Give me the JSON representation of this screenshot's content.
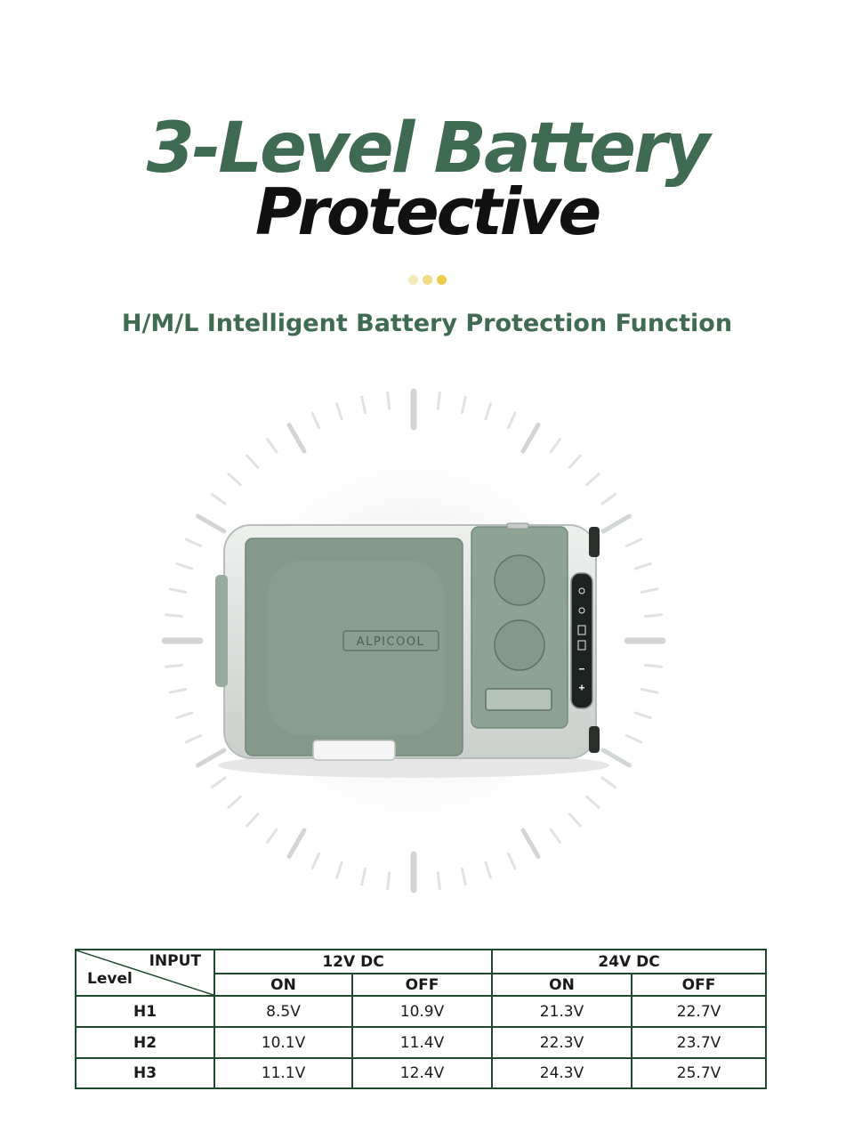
{
  "header": {
    "title_line1": "3-Level Battery",
    "title_line2": "Protective",
    "subtitle": "H/M/L Intelligent Battery Protection Function",
    "dots": [
      "#f3ebb6",
      "#f0dc85",
      "#eccc4a"
    ]
  },
  "product": {
    "brand": "ALPICOOL",
    "colors": {
      "lid": "#84998a",
      "shell": "#dfe3e0",
      "panel": "#8da394",
      "accent": "#3f6b52"
    },
    "panel_icons": [
      "power-icon",
      "settings-icon",
      "display-888-icon",
      "display-888-icon",
      "minus-icon",
      "plus-icon"
    ]
  },
  "table": {
    "corner_top": "INPUT",
    "corner_bottom": "Level",
    "groups": [
      "12V DC",
      "24V DC"
    ],
    "subheaders": [
      "ON",
      "OFF",
      "ON",
      "OFF"
    ],
    "rows": [
      {
        "level": "H1",
        "values": [
          "8.5V",
          "10.9V",
          "21.3V",
          "22.7V"
        ]
      },
      {
        "level": "H2",
        "values": [
          "10.1V",
          "11.4V",
          "22.3V",
          "23.7V"
        ]
      },
      {
        "level": "H3",
        "values": [
          "11.1V",
          "12.4V",
          "24.3V",
          "25.7V"
        ]
      }
    ]
  }
}
